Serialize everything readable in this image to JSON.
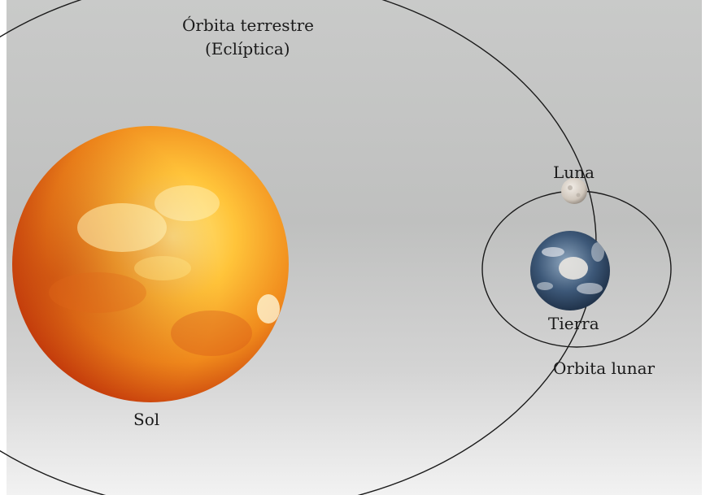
{
  "labels": {
    "earth_orbit_line1": "Órbita terrestre",
    "earth_orbit_line2": "(Eclíptica)",
    "moon": "Luna",
    "earth": "Tierra",
    "lunar_orbit": "Órbita lunar",
    "sun": "Sol"
  },
  "colors": {
    "orbit_line": "#1a1a1a",
    "sun_core": "#ffd24a",
    "sun_edge": "#c7390a",
    "earth_ocean": "#2e4a6b",
    "moon_surface": "#d9d2c8"
  }
}
